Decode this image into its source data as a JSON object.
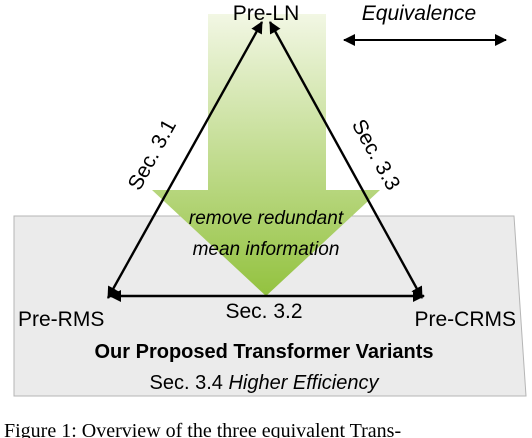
{
  "nodes": {
    "top": "Pre-LN",
    "left": "Pre-RMS",
    "right": "Pre-CRMS"
  },
  "legend": {
    "label": "Equivalence"
  },
  "edges": {
    "left": "Sec. 3.1",
    "bottom": "Sec. 3.2",
    "right": "Sec. 3.3"
  },
  "arrow_text": {
    "line1": "remove redundant",
    "line2": "mean information"
  },
  "panel": {
    "title": "Our Proposed Transformer Variants",
    "subtitle_plain": "Sec. 3.4 ",
    "subtitle_italic": "Higher Efficiency"
  },
  "caption": "Figure 1: Overview of the three equivalent Trans-",
  "colors": {
    "arrow_top": "#f2f7e4",
    "arrow_bottom": "#93c23f",
    "panel_fill": "#ebebeb",
    "panel_stroke": "#b5b5b5"
  }
}
